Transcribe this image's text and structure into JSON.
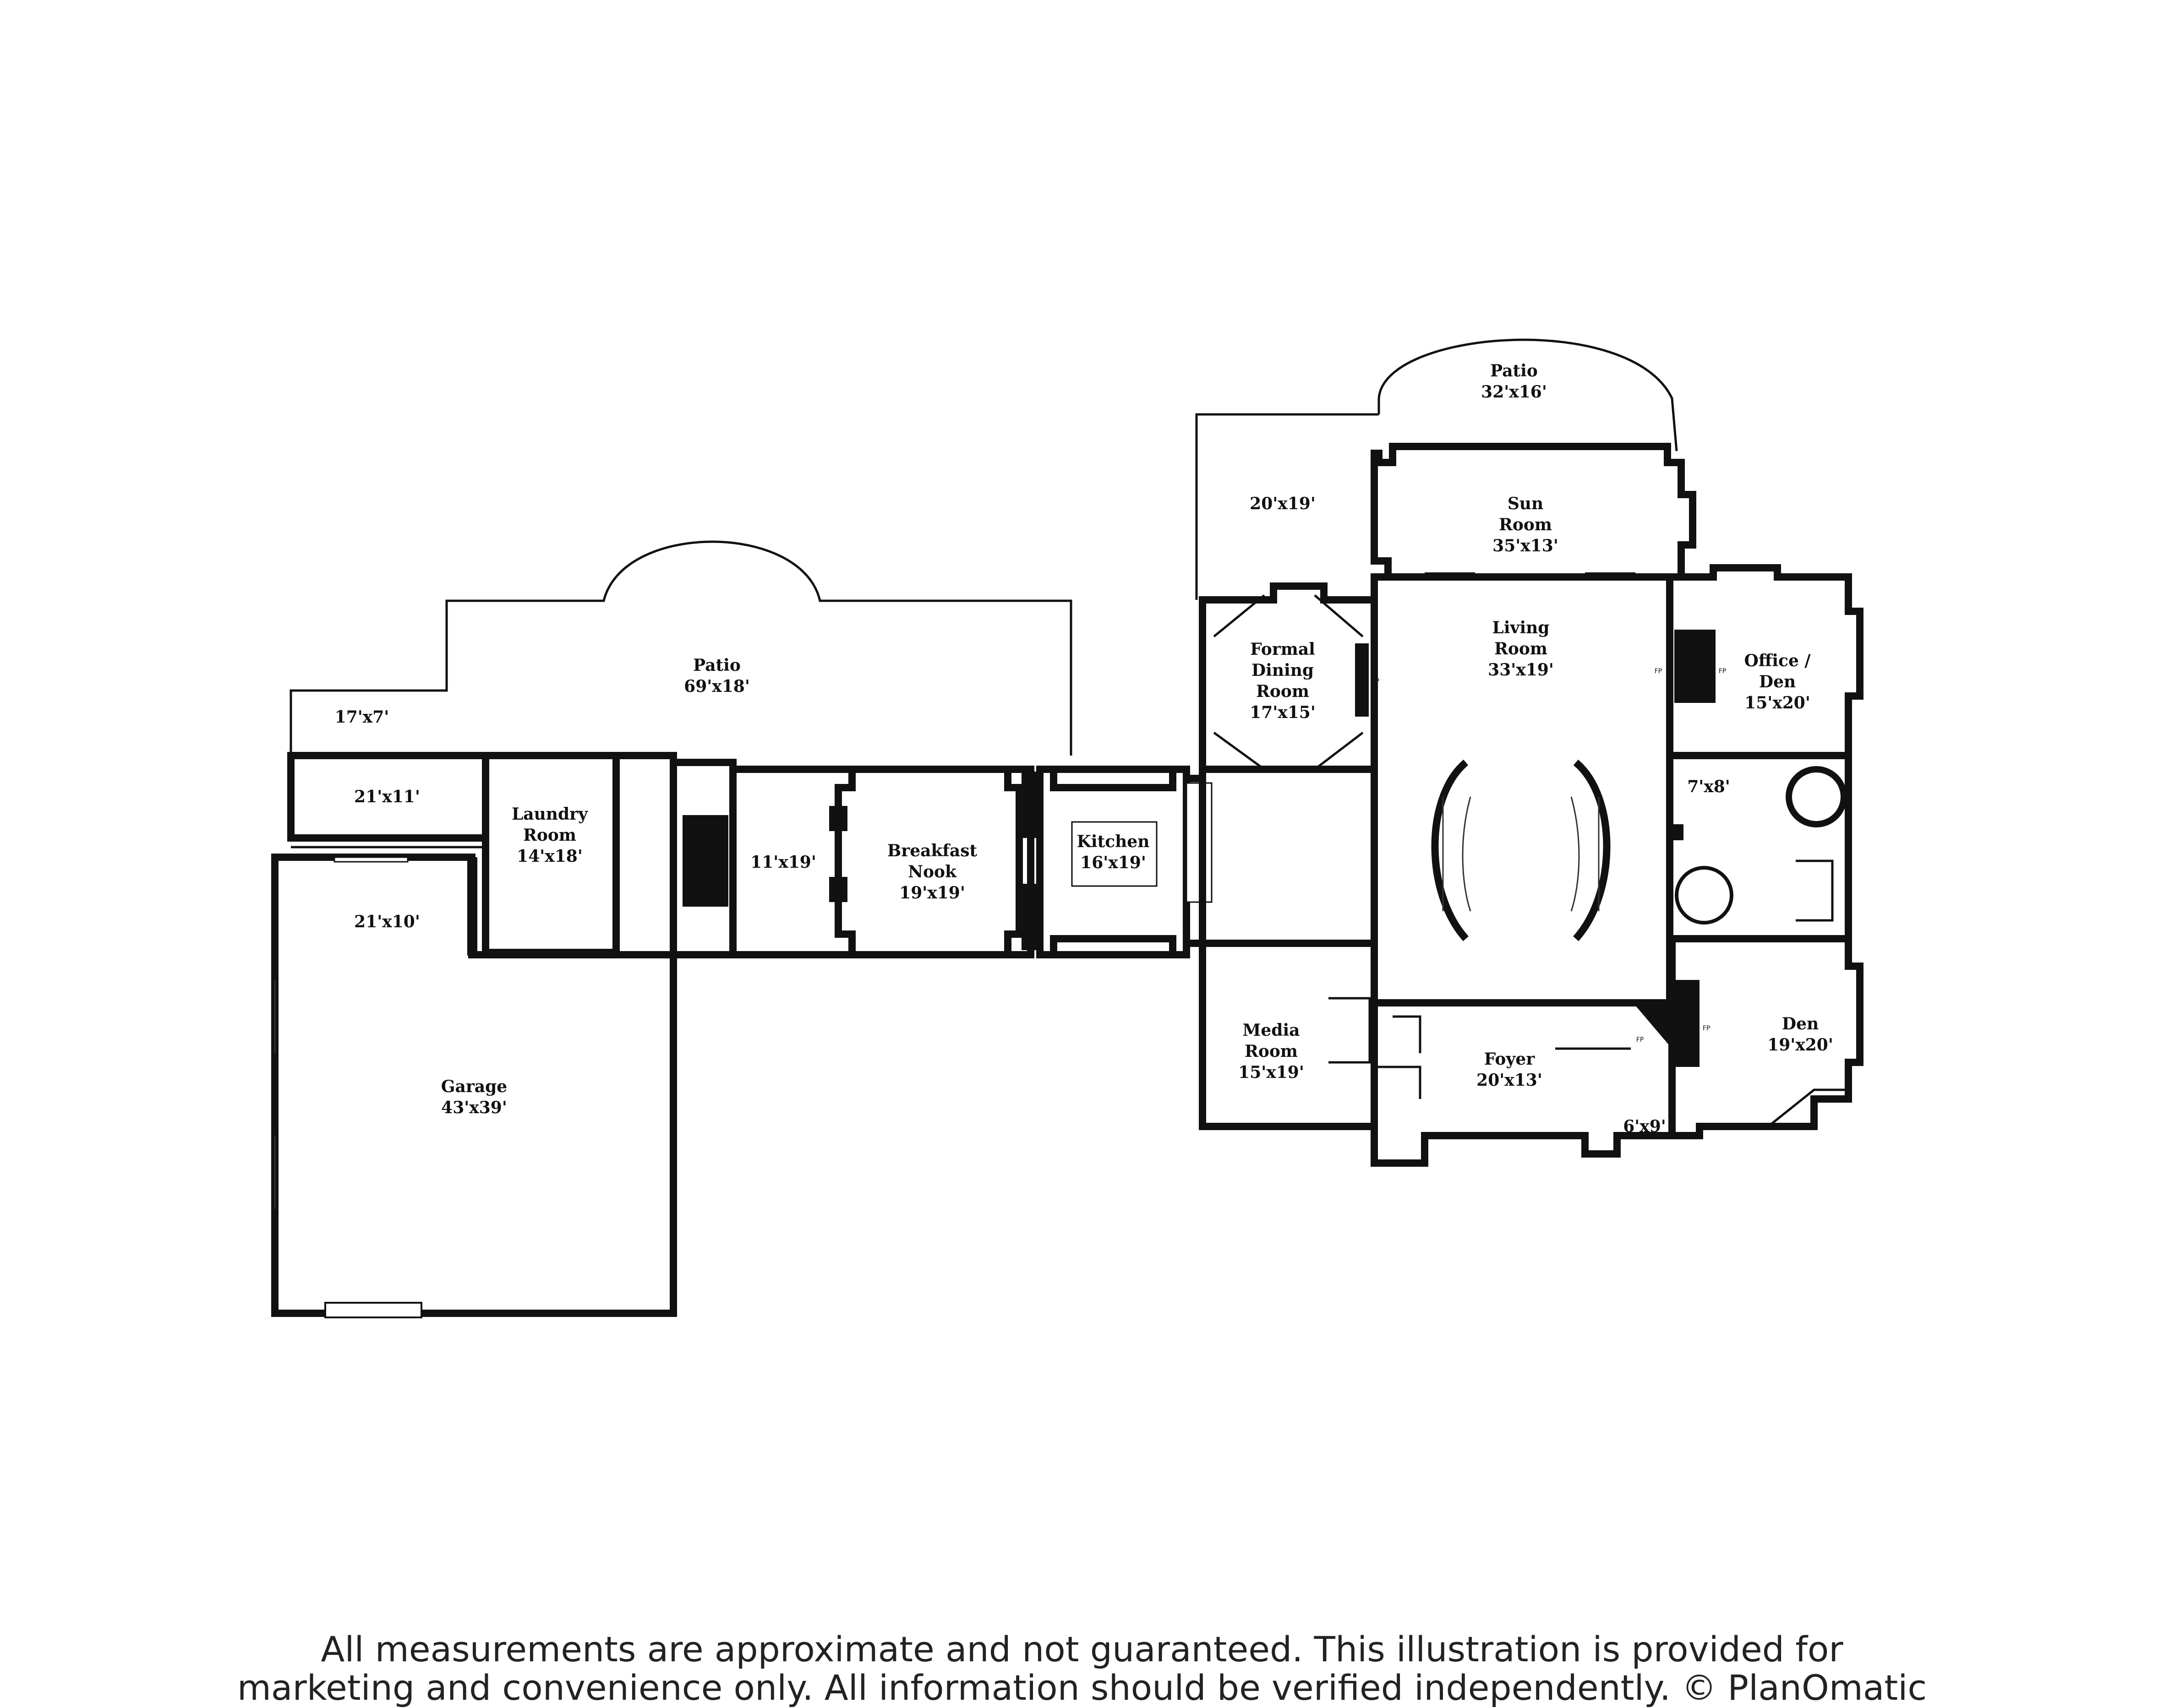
{
  "rooms": {
    "patio_east": [
      "Patio",
      "32'x16'"
    ],
    "patio_mid": [
      "20'x19'"
    ],
    "sun_room": [
      "Sun",
      "Room",
      "35'x13'"
    ],
    "living_room": [
      "Living",
      "Room",
      "33'x19'"
    ],
    "office_den": [
      "Office /",
      "Den",
      "15'x20'"
    ],
    "formal_dining": [
      "Formal",
      "Dining",
      "Room",
      "17'x15'"
    ],
    "patio_west": [
      "Patio",
      "69'x18'"
    ],
    "patio_small": [
      "17'x7'"
    ],
    "room_21x11": [
      "21'x11'"
    ],
    "laundry": [
      "Laundry",
      "Room",
      "14'x18'"
    ],
    "room_11x19": [
      "11'x19'"
    ],
    "breakfast": [
      "Breakfast",
      "Nook",
      "19'x19'"
    ],
    "kitchen": [
      "Kitchen",
      "16'x19'"
    ],
    "room_7x8": [
      "7'x8'"
    ],
    "room_21x10": [
      "21'x10'"
    ],
    "media_room": [
      "Media",
      "Room",
      "15'x19'"
    ],
    "foyer": [
      "Foyer",
      "20'x13'"
    ],
    "den": [
      "Den",
      "19'x20'"
    ],
    "room_6x9": [
      "6'x9'"
    ],
    "garage": [
      "Garage",
      "43'x39'"
    ]
  },
  "fireplace_label": "FP",
  "disclaimer": {
    "line1": "All measurements are approximate and not guaranteed. This illustration is provided for",
    "line2": "marketing and convenience only. All information should be verified independently. © PlanOmatic"
  }
}
